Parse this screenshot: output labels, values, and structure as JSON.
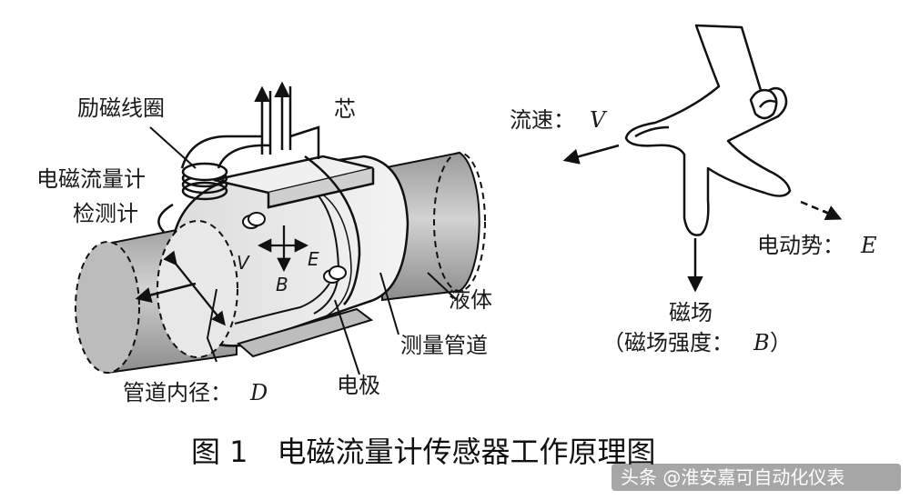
{
  "labels": {
    "excitation_coil": "励磁线圈",
    "core": "芯",
    "flowmeter_line1": "电磁流量计",
    "flowmeter_line2": "检测计",
    "v_small": "V",
    "b_small": "B",
    "e_small": "E",
    "liquid": "液体",
    "measuring_pipe": "测量管道",
    "electrode": "电极",
    "pipe_diameter": "管道内径：",
    "pipe_diameter_symbol": "D",
    "flow_velocity": "流速：",
    "flow_velocity_symbol": "V",
    "emf": "电动势：",
    "emf_symbol": "E",
    "magnetic_field": "磁场",
    "magnetic_field_strength": "（磁场强度：",
    "magnetic_field_symbol": "B",
    "magnetic_field_close": "）"
  },
  "caption": "图 1　电磁流量计传感器工作原理图",
  "watermark": "头条 @淮安嘉可自动化仪表"
}
